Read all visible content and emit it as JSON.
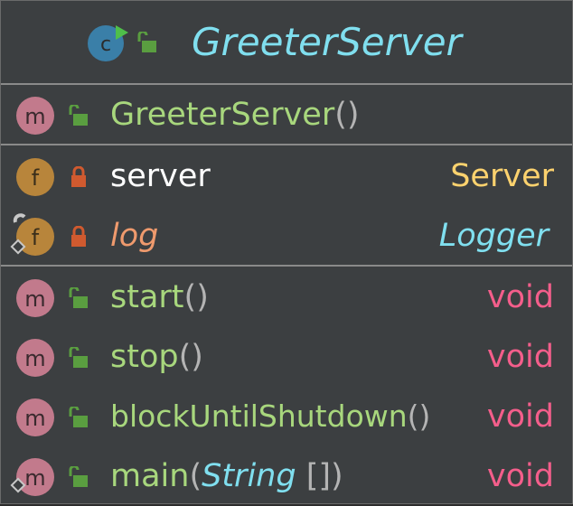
{
  "diagram": {
    "class_name": "GreeterServer",
    "icons": {
      "class": "class-icon",
      "method": "method-icon",
      "field": "field-icon",
      "public": "public-lock-icon",
      "private": "private-lock-icon"
    },
    "colors": {
      "title": "#80dfef",
      "method_name": "#a8d77d",
      "field_name": "#ffffff",
      "static_field_name": "#ef9a6d",
      "type_server": "#fcd26e",
      "type_logger": "#80dfef",
      "type_void": "#f45e8b",
      "method_badge": "#c27a8c",
      "field_badge": "#b8853b",
      "class_badge": "#3a7fa8"
    },
    "constructors": [
      {
        "name": "GreeterServer",
        "open": "(",
        "close": ")",
        "visibility": "public"
      }
    ],
    "fields": [
      {
        "name": "server",
        "type": "Server",
        "visibility": "private",
        "static": false
      },
      {
        "name": "log",
        "type": "Logger",
        "visibility": "private",
        "static": true
      }
    ],
    "methods": [
      {
        "name": "start",
        "open": "(",
        "close": ")",
        "param": "",
        "type": "void",
        "visibility": "public"
      },
      {
        "name": "stop",
        "open": "(",
        "close": ")",
        "param": "",
        "type": "void",
        "visibility": "public"
      },
      {
        "name": "blockUntilShutdown",
        "open": "(",
        "close": ")",
        "param": "",
        "type": "void",
        "visibility": "public"
      },
      {
        "name": "main",
        "open": "(",
        "close": ")",
        "param": "String",
        "param_suffix": " []",
        "type": "void",
        "visibility": "public",
        "static": true
      }
    ]
  }
}
